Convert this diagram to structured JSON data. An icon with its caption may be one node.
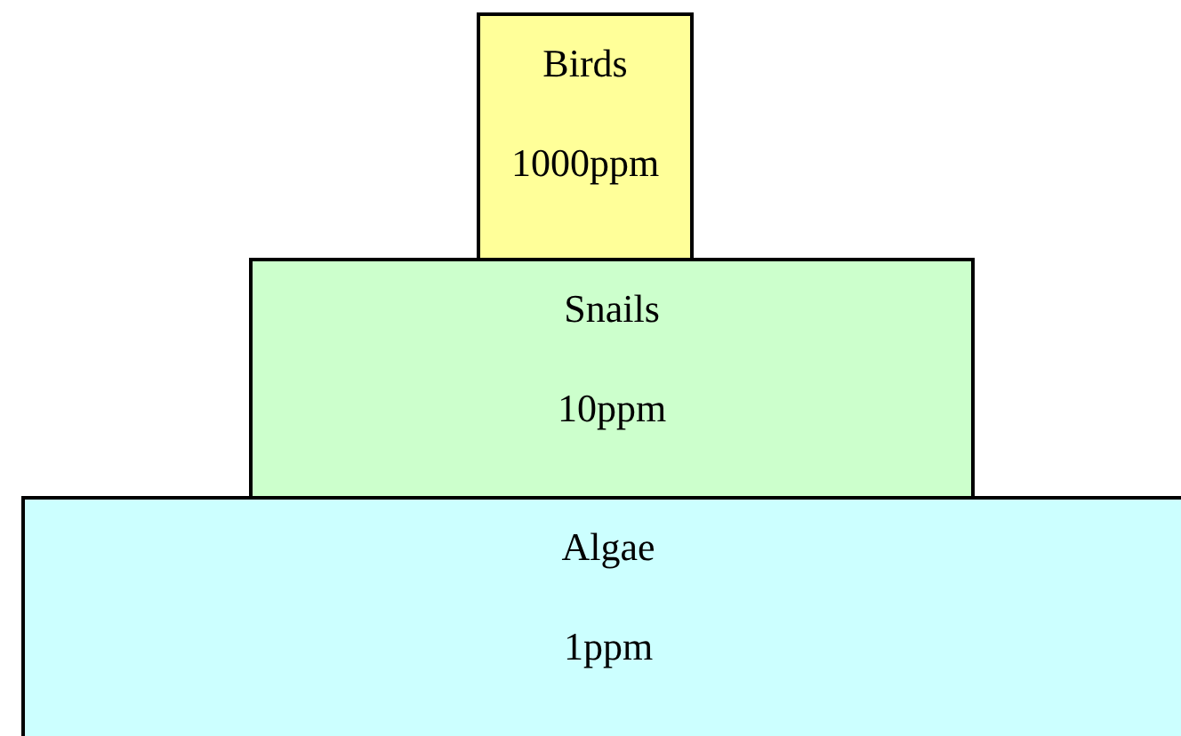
{
  "diagram": {
    "nodes": [
      {
        "text": [
          "Birds",
          "1000ppm"
        ]
      },
      {
        "text": [
          "Snails",
          "10ppm"
        ]
      },
      {
        "text": [
          "Algae",
          "1ppm"
        ]
      }
    ]
  }
}
